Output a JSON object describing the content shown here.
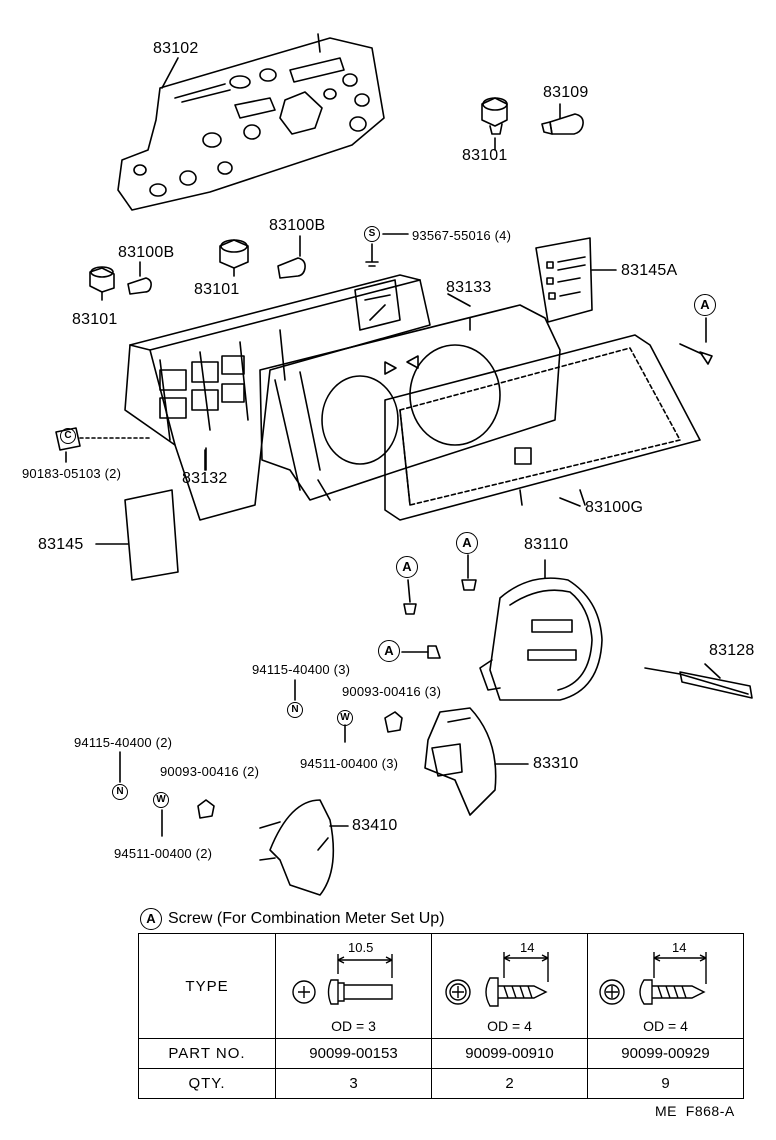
{
  "parts": {
    "p83102": "83102",
    "p83109": "83109",
    "p83101_top": "83101",
    "p83100B_a": "83100B",
    "p83100B_b": "83100B",
    "p83101_a": "83101",
    "p83101_b": "83101",
    "p93567": "93567-55016 (4)",
    "p83133": "83133",
    "p83145A": "83145A",
    "p90183": "90183-05103 (2)",
    "p83132": "83132",
    "p83100G": "83100G",
    "p83145": "83145",
    "p83110": "83110",
    "p83128": "83128",
    "p94115_3": "94115-40400 (3)",
    "p90093_3": "90093-00416 (3)",
    "p94511_3": "94511-00400 (3)",
    "p83310": "83310",
    "p94115_2": "94115-40400 (2)",
    "p90093_2": "90093-00416 (2)",
    "p94511_2": "94511-00400 (2)",
    "p83410": "83410"
  },
  "markers": {
    "A": "A",
    "S": "S",
    "N": "N",
    "W": "W",
    "C": "C"
  },
  "legend": {
    "title": "Screw (For Combination Meter Set Up)"
  },
  "table": {
    "type_label": "TYPE",
    "part_label": "PART NO.",
    "qty_label": "QTY.",
    "columns": [
      {
        "dim": "10.5",
        "od": "OD = 3",
        "part": "90099-00153",
        "qty": "3"
      },
      {
        "dim": "14",
        "od": "OD = 4",
        "part": "90099-00910",
        "qty": "2"
      },
      {
        "dim": "14",
        "od": "OD = 4",
        "part": "90099-00929",
        "qty": "9"
      }
    ]
  },
  "footer": "ME  F868-A"
}
